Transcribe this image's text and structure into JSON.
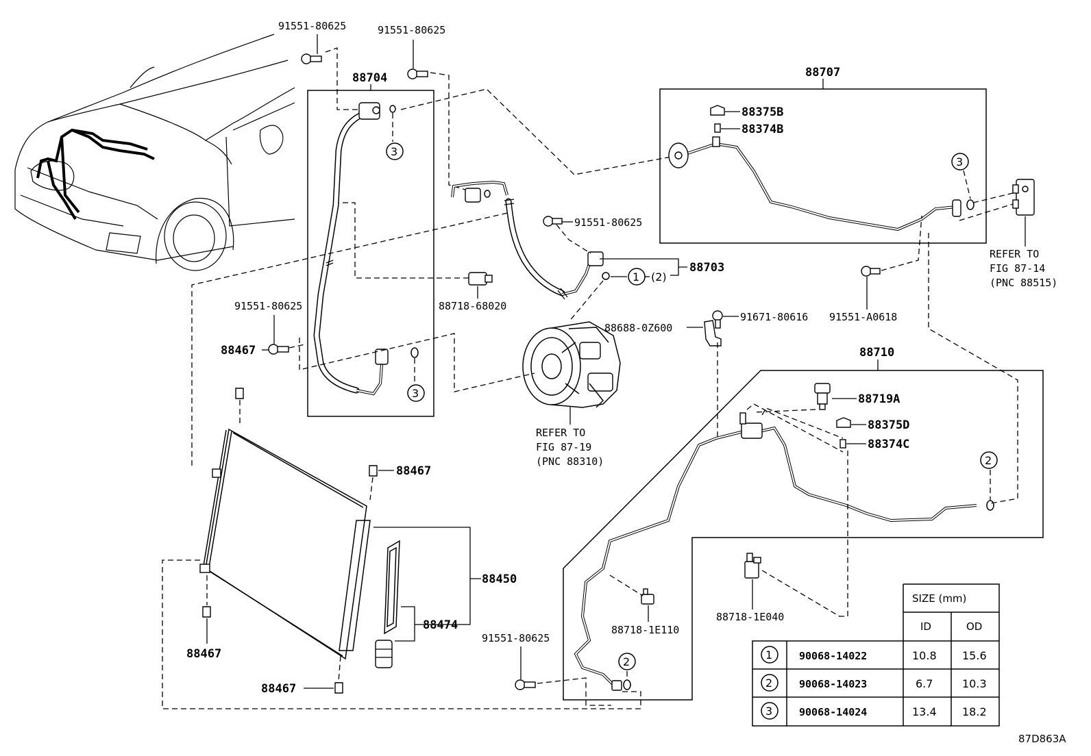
{
  "labels": {
    "bolt_top_left": "91551-80625",
    "bolt_top_mid": "91551-80625",
    "bolt_mid": "91551-80625",
    "bolt_left": "91551-80625",
    "bolt_bottom": "91551-80625",
    "hose_88704": "88704",
    "tube_88707": "88707",
    "cap_88375b": "88375B",
    "core_88374b": "88374B",
    "hose_88703": "88703",
    "clamp_88718_68020": "88718-68020",
    "bolt_91671": "91671-80616",
    "bracket_88688": "88688-0Z600",
    "bolt_91551_a0618": "91551-A0618",
    "tube_88710": "88710",
    "sensor_88719a": "88719A",
    "cap_88375d": "88375D",
    "core_88374c": "88374C",
    "cushion_left_upper": "88467",
    "cushion_right_upper": "88467",
    "cushion_left_lower": "88467",
    "cushion_bottom": "88467",
    "condenser_88450": "88450",
    "filter_88474": "88474",
    "clamp_88718_1e110": "88718-1E110",
    "clamp_88718_1e040": "88718-1E040",
    "diagram_code": "87D863A"
  },
  "references": {
    "compressor": [
      "REFER TO",
      "FIG 87-19",
      "(PNC 88310)"
    ],
    "expansion_valve": [
      "REFER TO",
      "FIG 87-14",
      "(PNC 88515)"
    ]
  },
  "callouts": {
    "one": "1",
    "two": "2",
    "three": "3",
    "paren_two": "(2)"
  },
  "oring_table": {
    "header": "SIZE (mm)",
    "col_id": "ID",
    "col_od": "OD",
    "rows": [
      {
        "ref": "1",
        "part": "90068-14022",
        "id": "10.8",
        "od": "15.6"
      },
      {
        "ref": "2",
        "part": "90068-14023",
        "id": "6.7",
        "od": "10.3"
      },
      {
        "ref": "3",
        "part": "90068-14024",
        "id": "13.4",
        "od": "18.2"
      }
    ]
  }
}
